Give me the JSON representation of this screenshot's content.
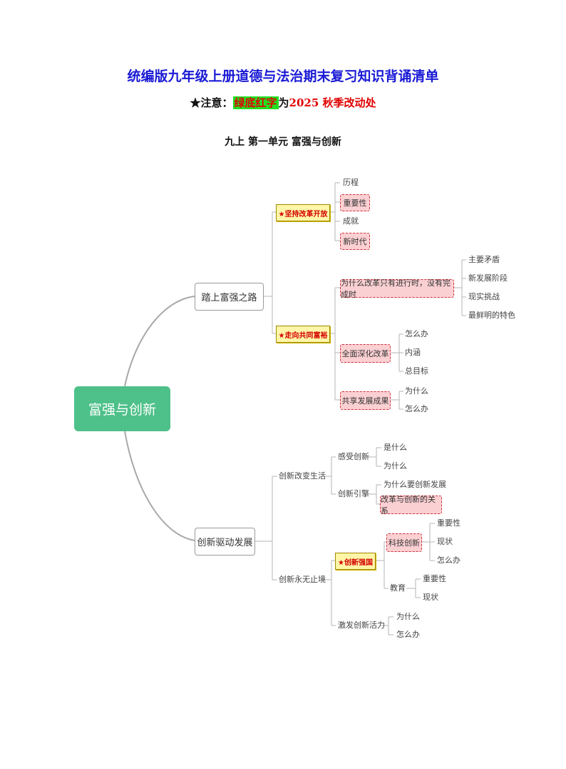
{
  "header": {
    "title": "统编版九年级上册道德与法治期末复习知识背诵清单",
    "note_prefix": "★注意：",
    "note_highlight": "绿底红字",
    "note_mid": "为",
    "note_suffix": "2025 秋季改动处",
    "unit_title": "九上  第一单元  富强与创新"
  },
  "mindmap": {
    "root": "富强与创新",
    "branch1": {
      "label": "踏上富强之路",
      "open": {
        "label": "★坚持改革开放",
        "items": [
          "历程",
          "重要性",
          "成就",
          "新时代"
        ]
      },
      "common": {
        "label": "★走向共同富裕",
        "why": {
          "label": "为什么改革只有进行时，没有完成时",
          "items": [
            "主要矛盾",
            "新发展阶段",
            "现实挑战",
            "最鲜明的特色"
          ]
        },
        "deepen": {
          "label": "全面深化改革",
          "items": [
            "怎么办",
            "内涵",
            "总目标"
          ]
        },
        "share": {
          "label": "共享发展成果",
          "items": [
            "为什么",
            "怎么办"
          ]
        }
      }
    },
    "branch2": {
      "label": "创新驱动发展",
      "life": {
        "label": "创新改变生活",
        "feel": {
          "label": "感受创新",
          "items": [
            "是什么",
            "为什么"
          ]
        },
        "lead": {
          "label": "创新引擎",
          "items": [
            "为什么要创新发展",
            "改革与创新的关系"
          ]
        }
      },
      "endless": {
        "label": "创新永无止境",
        "nation": {
          "label": "★创新强国",
          "tech": {
            "label": "科技创新",
            "items": [
              "重要性",
              "现状",
              "怎么办"
            ]
          },
          "edu": {
            "label": "教育",
            "items": [
              "重要性",
              "现状"
            ]
          }
        },
        "vitality": {
          "label": "激发创新活力",
          "items": [
            "为什么",
            "怎么办"
          ]
        }
      }
    }
  },
  "colors": {
    "title_blue": "#1a1ad6",
    "highlight_green": "#22e022",
    "highlight_red": "#e00000",
    "root_green": "#4ec08a",
    "star_yellow": "#fff6a8",
    "pink_fill": "#fbd0d3",
    "pink_border": "#d2303b"
  }
}
